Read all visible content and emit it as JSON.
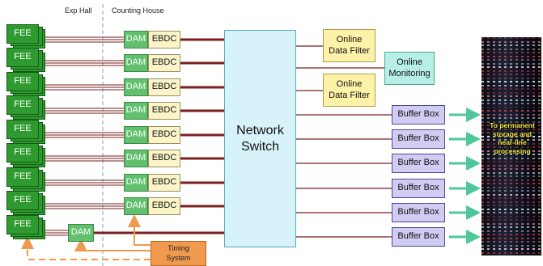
{
  "headers": {
    "exp_hall": "Exp Hall",
    "counting_house": "Counting House"
  },
  "fee_label": "FEE",
  "dam_label": "DAM",
  "ebdc_label": "EBDC",
  "switch_label": "Network Switch",
  "filter_label": "Online Data Filter",
  "monitoring_label": "Online Monitoring",
  "buffer_label": "Buffer Box",
  "timing_label": "Timing System",
  "storage_label": "To permanent storage and near-line processing",
  "colors": {
    "fee": "#2f9a2f",
    "dam": "#62c06e",
    "ebdc": "#fbf4c8",
    "link": "#7a1f1f",
    "switch": "#d7f2f9",
    "filter": "#fdf2a8",
    "monitoring": "#b8efe4",
    "buffer": "#d0ccf2",
    "timing": "#f09a4f",
    "arrow_timing": "#f09a4f",
    "arrow_storage": "#4fc79a",
    "storage_text": "#f4ee3c"
  },
  "icons": {
    "storage_image": "server-room-icon"
  }
}
